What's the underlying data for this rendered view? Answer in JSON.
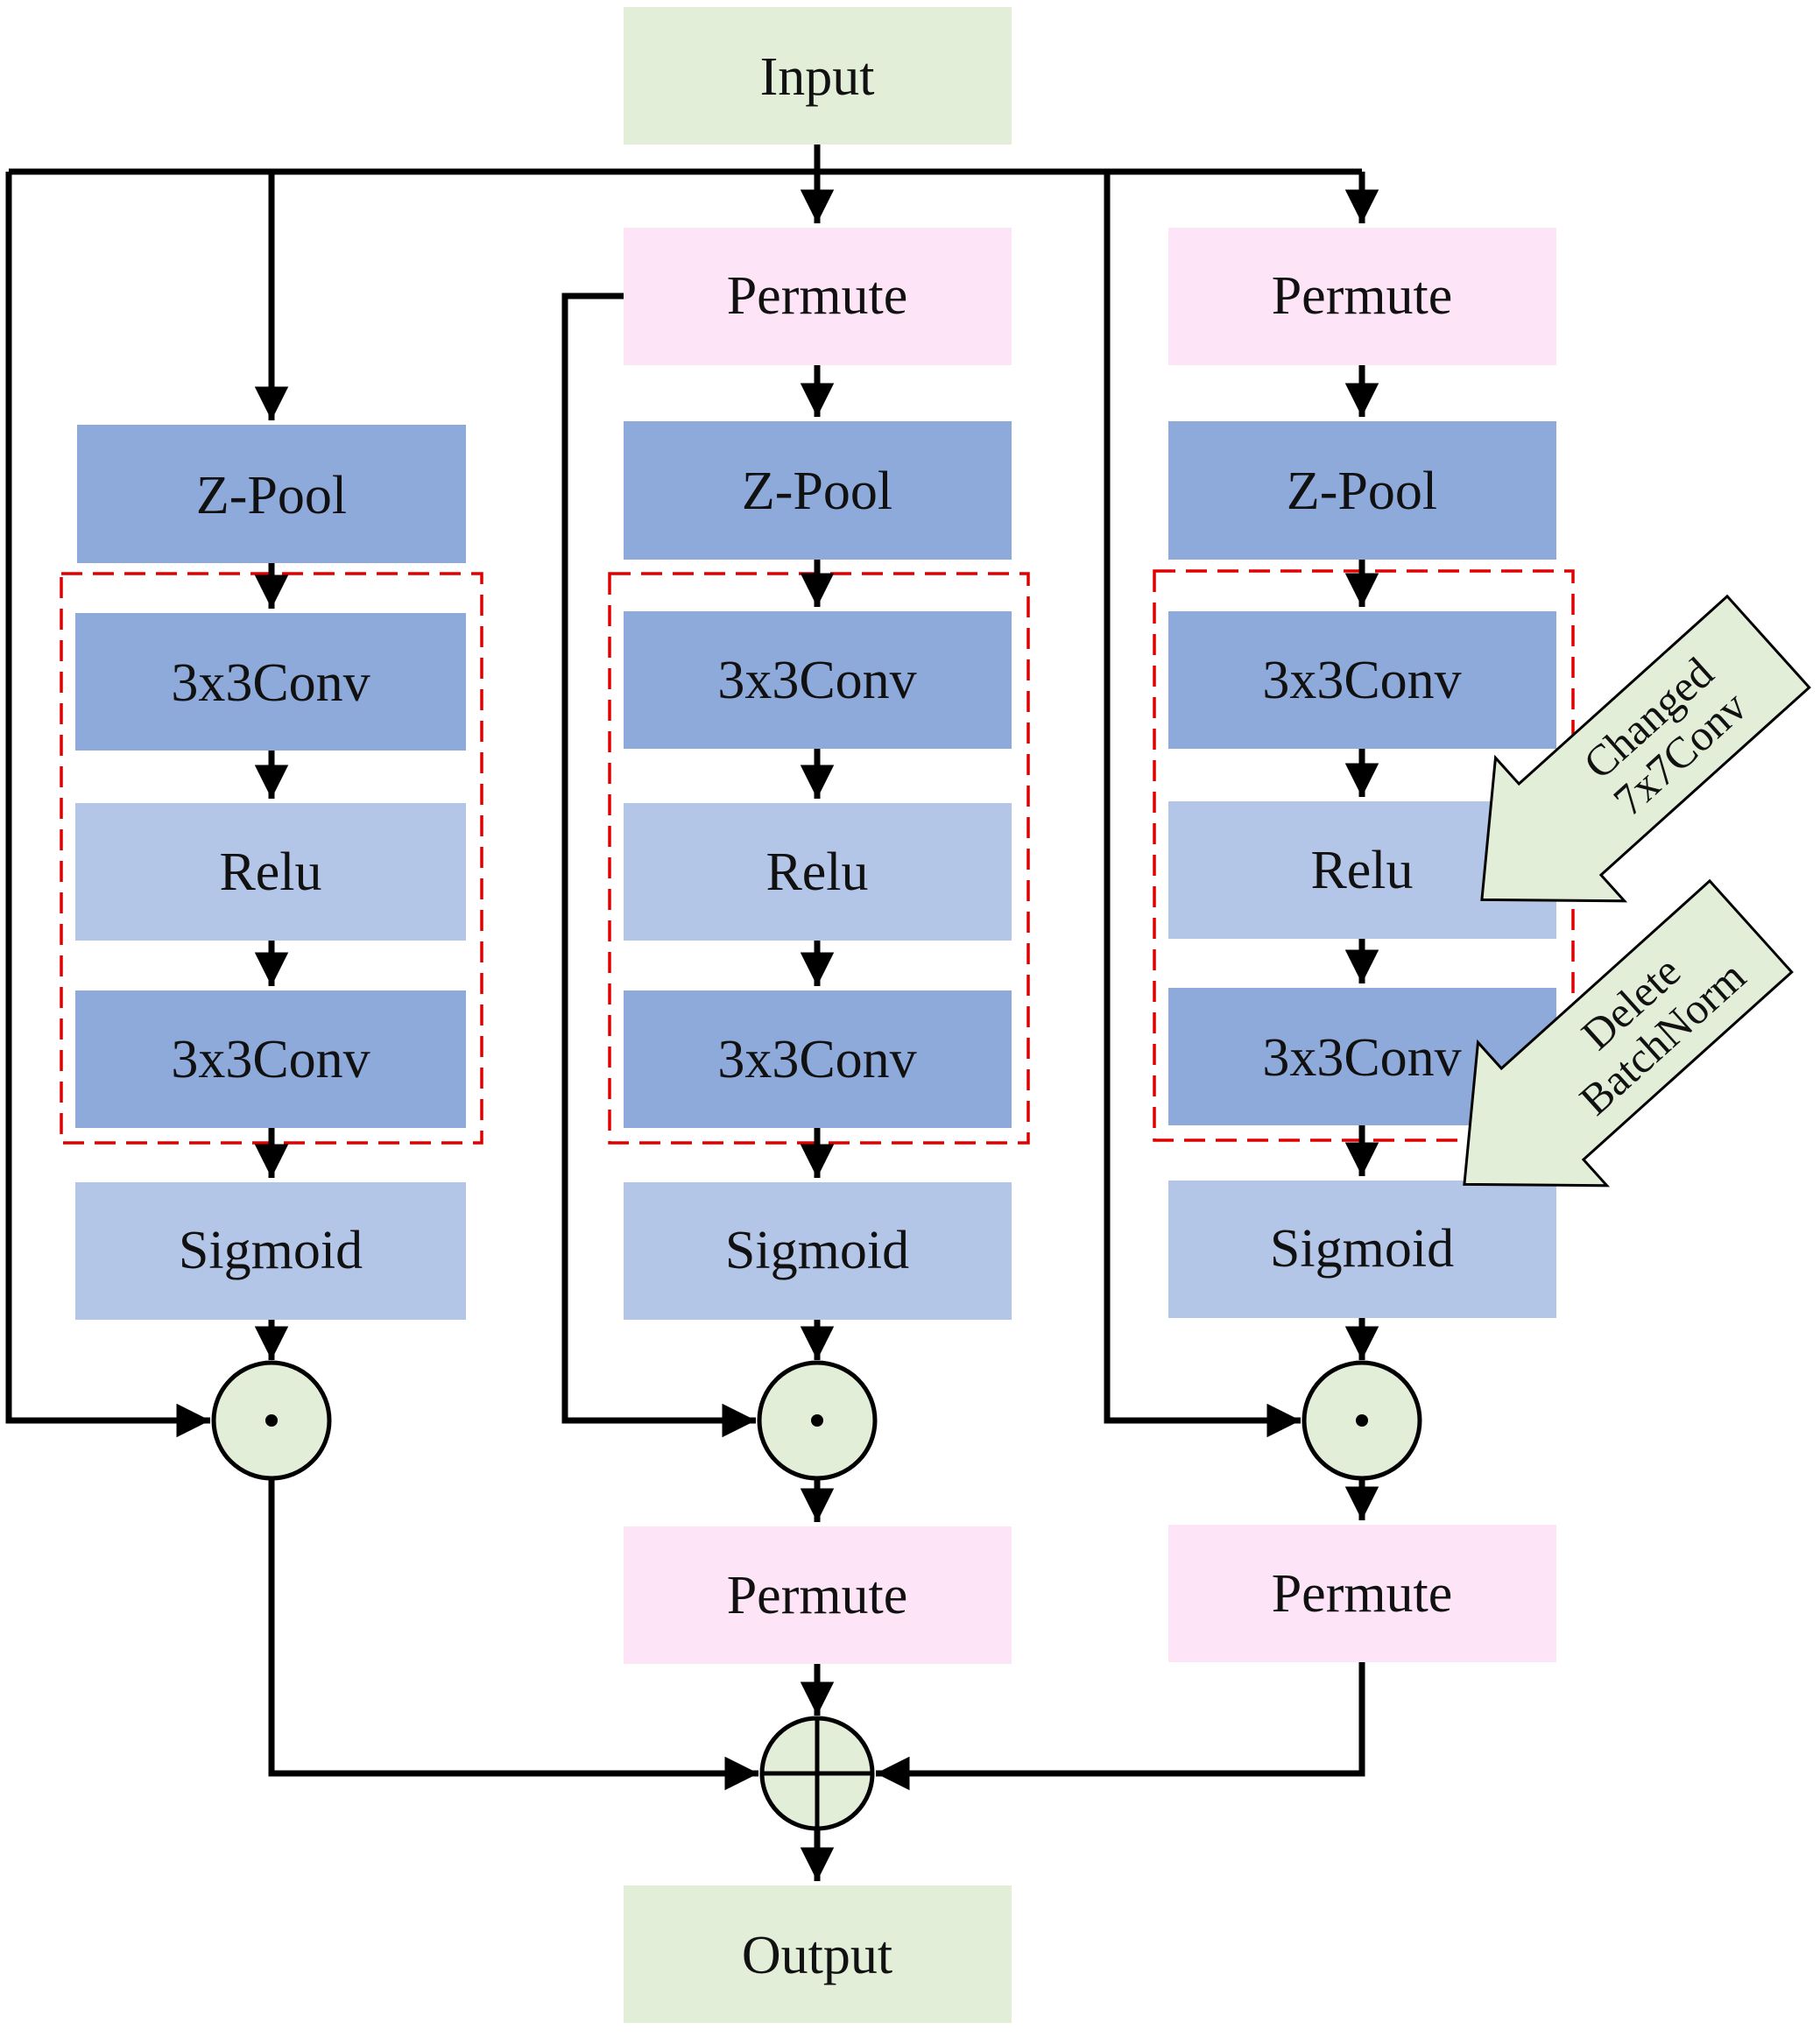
{
  "colors": {
    "io": "#e2eed8",
    "permute": "#fde4f7",
    "dark": "#8eaadb",
    "light": "#b4c6e7",
    "dashed": "#e00000",
    "callout": "#e2eed8",
    "line": "#000000"
  },
  "labels": {
    "input": "Input",
    "output": "Output",
    "permute": "Permute",
    "zpool": "Z-Pool",
    "conv": "3x3Conv",
    "relu": "Relu",
    "sigmoid": "Sigmoid",
    "multiply_symbol": "⊙",
    "add_symbol": "⊕"
  },
  "callouts": {
    "changed": {
      "line1": "Changed",
      "line2": "7x7Conv"
    },
    "delete": {
      "line1": "Delete",
      "line2": "BatchNorm"
    }
  }
}
